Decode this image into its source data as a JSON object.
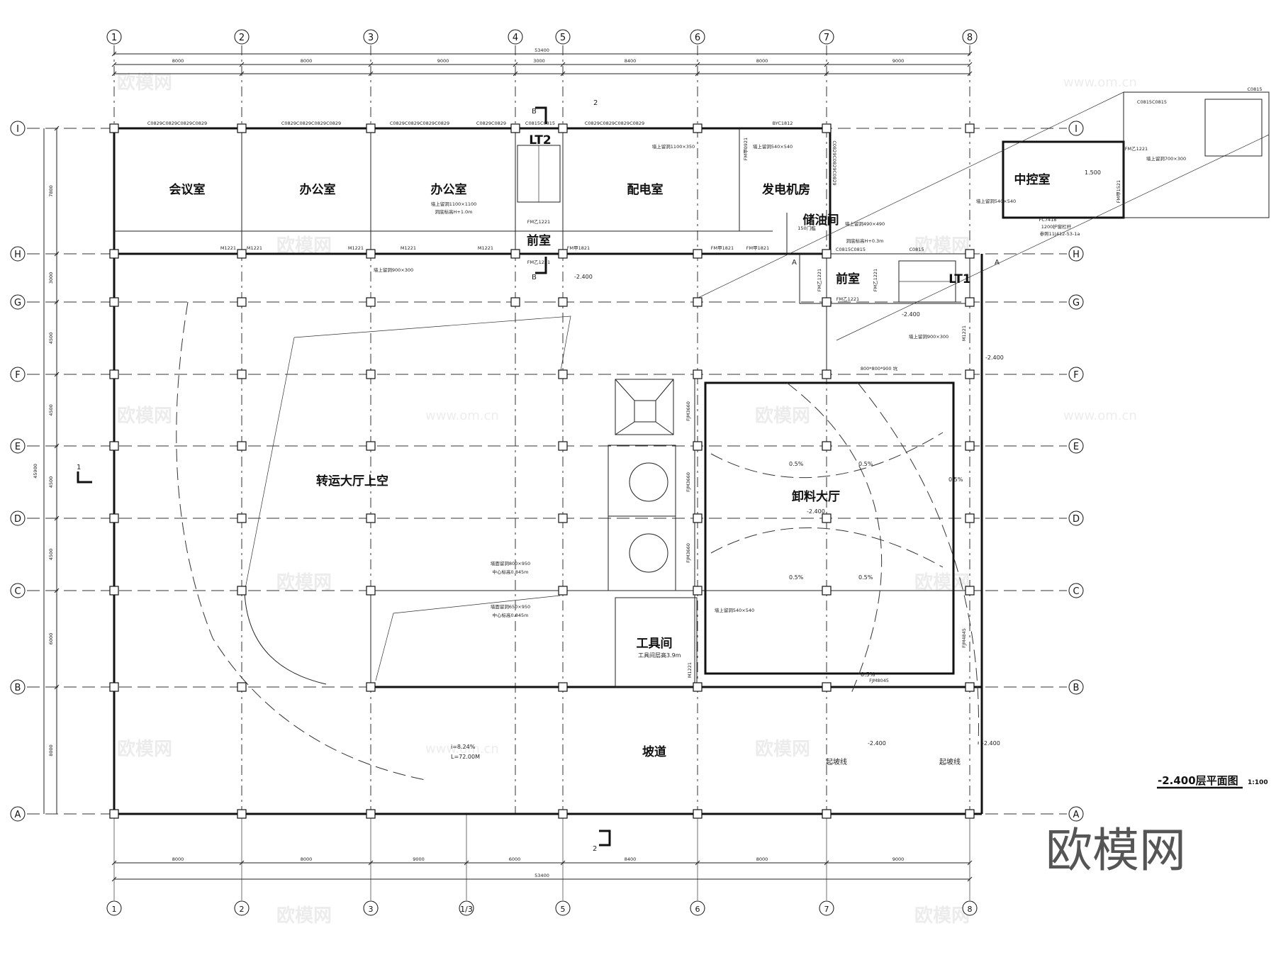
{
  "drawing": {
    "title": "-2.400层平面图",
    "scale": "1:100",
    "watermark": "欧模网",
    "watermark_url": "www.om.cn"
  },
  "axes": {
    "top_columns": [
      "1",
      "2",
      "3",
      "4",
      "5",
      "6",
      "7",
      "8"
    ],
    "bottom_columns": [
      "1",
      "2",
      "3",
      "1/3",
      "5",
      "6",
      "7",
      "8"
    ],
    "rows": [
      "I",
      "H",
      "G",
      "F",
      "E",
      "D",
      "C",
      "B",
      "A"
    ]
  },
  "dimensions": {
    "overall_top": "53400",
    "top_bays": [
      "8000",
      "8000",
      "9000",
      "3000",
      "8400",
      "8000",
      "9000"
    ],
    "overall_bottom": "53400",
    "bottom_bays": [
      "8000",
      "8000",
      "9000",
      "6000",
      "8400",
      "8000",
      "9000"
    ],
    "left_overall": "45900",
    "left_bays": [
      "7800",
      "3000",
      "4500",
      "4500",
      "4500",
      "4500",
      "6000",
      "8000"
    ]
  },
  "rooms": {
    "meeting": "会议室",
    "office1": "办公室",
    "office2": "办公室",
    "power": "配电室",
    "generator": "发电机房",
    "oil": "储油间",
    "lobby1": "前室",
    "lobby2": "前室",
    "lt2": "LT2",
    "lt1": "LT1",
    "control": "中控室",
    "hall_void": "转运大厅上空",
    "unload": "卸料大厅",
    "tool": "工具间",
    "ramp": "坡道"
  },
  "annotations": {
    "slope_start_1": "起坡线",
    "slope_start_2": "起坡线",
    "ramp_slope": "i=8.24%",
    "ramp_length": "L=72.00M",
    "tool_height": "工具间层高3.9m",
    "elev": [
      "-2.400",
      "-2.400",
      "-2.400",
      "-2.400",
      "-2.400",
      "-2.400"
    ],
    "elev_control": "1.500",
    "floor_slope": [
      "0.5%",
      "0.5%",
      "0.5%",
      "0.5%",
      "0.5%",
      "0.5%"
    ],
    "win_top": [
      "C0829C0829C0829C0829",
      "C0829C0829C0829C0829",
      "C0829C0829C0829C0829",
      "C0829C0829",
      "C0815C0815",
      "C0829C0829C0829C0829",
      "BYC1812"
    ],
    "win_right": "C0829C0829C0829",
    "win_other": [
      "C0815C0815",
      "C0815",
      "C0815C0815",
      "C0815"
    ],
    "doors": [
      "M1221",
      "M1221",
      "M1221",
      "M1221",
      "M1221",
      "FM乙1221",
      "FM乙1221",
      "FM甲1821",
      "FM甲1821",
      "FM甲1821",
      "FM乙1221",
      "FM乙1221",
      "FM乙1221",
      "FM乙1221",
      "FM甲1521",
      "FM甲0921",
      "M1221",
      "M1221",
      "FJM3660",
      "FJM3660",
      "FJM3660",
      "FJM4845",
      "FJM8045"
    ],
    "holes": [
      "墙上留洞1100×350",
      "墙上留洞1100×1100",
      "墙上留洞900×300",
      "墙上留洞540×540",
      "墙上留洞490×490",
      "墙上留洞540×540",
      "墙上留洞700×300",
      "墙上留洞900×300",
      "墙面留洞800×950",
      "墙面留洞650×950",
      "墙上留洞540×540"
    ],
    "hole_notes": [
      "中心标高0.845m",
      "中心标高0.845m",
      "洞底标高H+0.3m",
      "洞底标高H+1.0m"
    ],
    "fc": "FC7418",
    "rail": "1200护窗栏杆",
    "rail_ref": "参照11J412-53-1a",
    "oil_door": "150门槛",
    "pit": "800*800*900 坑",
    "sections": [
      "B",
      "B",
      "A",
      "A",
      "1",
      "2",
      "2"
    ]
  }
}
